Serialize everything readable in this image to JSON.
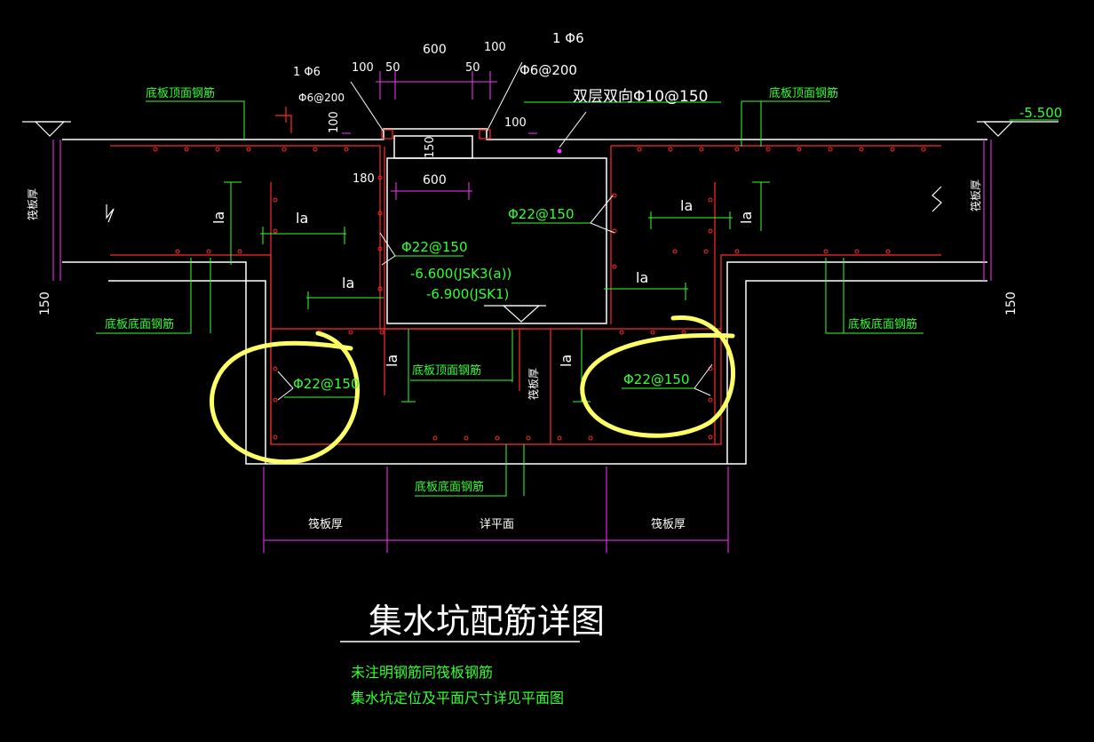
{
  "title": "集水坑配筋详图",
  "notes": [
    "未注明钢筋同筏板钢筋",
    "集水坑定位及平面尺寸详见平面图"
  ],
  "labels": {
    "slab_top_rebar": "底板顶面钢筋",
    "slab_bottom_rebar": "底板底面钢筋",
    "raft_thickness": "筏板厚",
    "detail_plan": "详平面",
    "elevation": "-5.500",
    "bar_1phi6": "1 Φ6",
    "bar_phi6_200": "Φ6@200",
    "double_layer": "双层双向Φ10@150",
    "bar_phi22_150": "Φ22@150",
    "pit_elev_1": "-6.600(JSK3(a))",
    "pit_elev_2": "-6.900(JSK1)",
    "la": "la",
    "dims": {
      "d600": "600",
      "d100": "100",
      "d50": "50",
      "d150": "150",
      "d180": "180"
    }
  },
  "colors": {
    "background": "#000000",
    "outline": "#ffffff",
    "rebar": "#ff2a2a",
    "dimension": "#ff33ff",
    "text_label": "#33ff33",
    "text_dim": "#ffffff",
    "highlight": "#ffff66"
  }
}
